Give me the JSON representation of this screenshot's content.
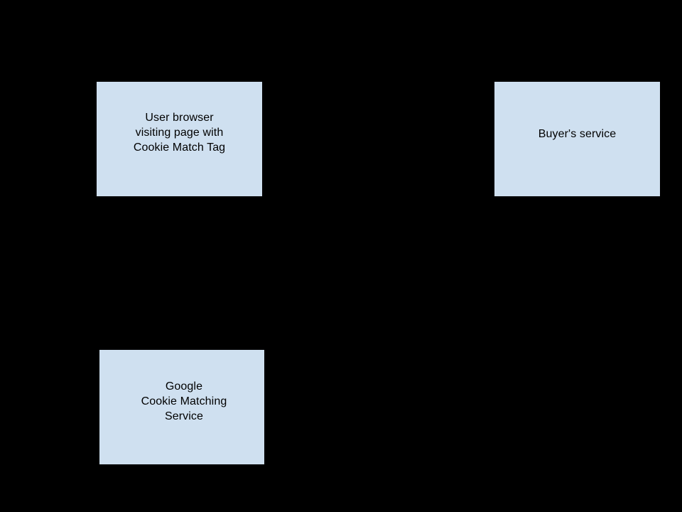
{
  "diagram": {
    "background_color": "#000000",
    "node_fill_color": "#cfe0f0",
    "node_text_color": "#000000",
    "nodes": [
      {
        "id": "user-browser",
        "label": "User browser\nvisiting page with\nCookie Match Tag"
      },
      {
        "id": "buyers-service",
        "label": "Buyer's service"
      },
      {
        "id": "google-cookie-matching",
        "label": "Google\nCookie Matching\nService"
      }
    ]
  }
}
